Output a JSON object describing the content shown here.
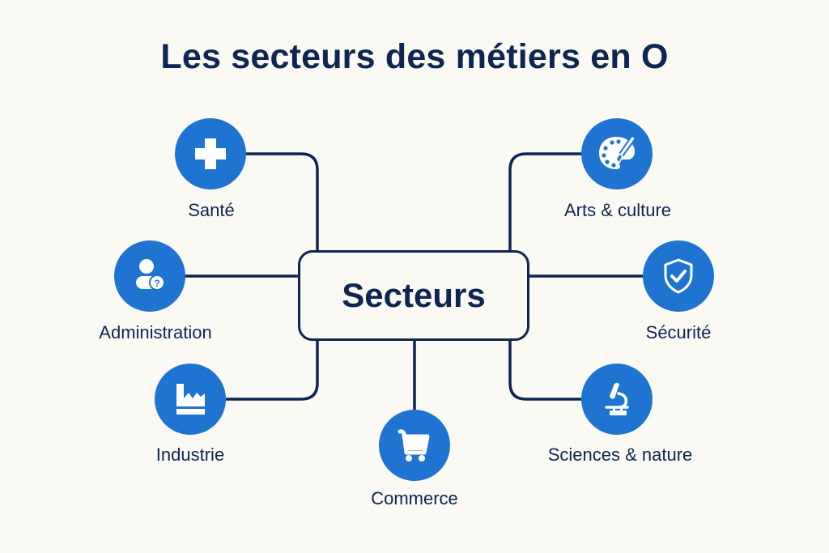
{
  "title": "Les secteurs des métiers en O",
  "center": {
    "label": "Secteurs"
  },
  "colors": {
    "background": "#fbf9f3",
    "navy": "#0d2550",
    "accent": "#1f74d1"
  },
  "sectors": [
    {
      "id": "sante",
      "label": "Santé",
      "icon": "medical-cross-icon"
    },
    {
      "id": "administration",
      "label": "Administration",
      "icon": "user-question-icon"
    },
    {
      "id": "industrie",
      "label": "Industrie",
      "icon": "factory-icon"
    },
    {
      "id": "commerce",
      "label": "Commerce",
      "icon": "shopping-cart-icon"
    },
    {
      "id": "arts",
      "label": "Arts & culture",
      "icon": "palette-brush-icon"
    },
    {
      "id": "securite",
      "label": "Sécurité",
      "icon": "shield-check-icon"
    },
    {
      "id": "sciences",
      "label": "Sciences & nature",
      "icon": "microscope-icon"
    }
  ]
}
